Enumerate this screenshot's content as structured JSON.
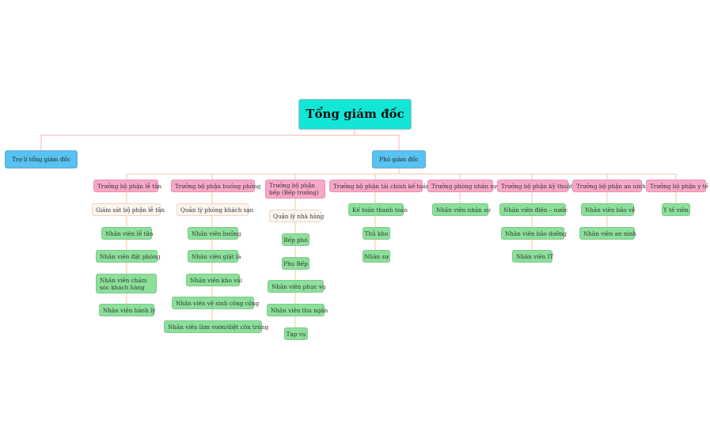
{
  "root": "Tổng giám đốc",
  "assistant": "Trợ lí tổng giám đốc",
  "deputy": "Phó giám đốc",
  "departments": {
    "front_office": {
      "head": "Trưởng bộ phận lễ tân",
      "supervisor": "Giám sát bộ phận lễ tân",
      "staff": [
        "Nhân viên lễ tân",
        "Nhân viên đặt phòng",
        "Nhân viên chăm sóc khách hàng",
        "Nhân viên hành lý"
      ]
    },
    "housekeeping": {
      "head": "Trưởng bộ phận buồng phòng",
      "supervisor": "Quản lý phòng khách sạn",
      "staff": [
        "Nhân viên buồng",
        "Nhân viên giặt là",
        "Nhân viên kho vải",
        "Nhân viên vệ sinh công cộng",
        "Nhân viên làm vườn/diệt côn trùng"
      ]
    },
    "kitchen": {
      "head": "Trưởng bộ phận bếp (Bếp trưởng)",
      "supervisor": "Quản lý nhà hàng",
      "staff": [
        "Bếp phó",
        "Phụ Bếp",
        "Nhân viên phục vụ",
        "Nhân viên thu ngân",
        "Tạp vụ"
      ]
    },
    "finance": {
      "head": "Trưởng bộ phận tài chính kế toán",
      "staff": [
        "Kế toán thanh toán",
        "Thủ kho",
        "Nhân sự"
      ]
    },
    "hr": {
      "head": "Trưởng phòng nhân sự",
      "staff": [
        "Nhân viên nhân sự"
      ]
    },
    "engineering": {
      "head": "Trưởng bộ phận kỹ thuật",
      "staff": [
        "Nhân viên điện – nước",
        "Nhân viên bảo dưỡng",
        "Nhân viên IT"
      ]
    },
    "security": {
      "head": "Trưởng bộ phận an ninh",
      "staff": [
        "Nhân viên bảo vệ",
        "Nhân viên an ninh"
      ]
    },
    "medical": {
      "head": "Trưởng bộ phận y tế",
      "staff": [
        "Y tế viên"
      ]
    }
  },
  "colors": {
    "root": "#13e5d6",
    "level1": "#58c2f1",
    "head": "#f8a7c8",
    "supervisor": "#fbf5ef",
    "staff": "#8ce09a",
    "connector": "#f0c9a8",
    "root_connector": "#f2b4bd"
  }
}
